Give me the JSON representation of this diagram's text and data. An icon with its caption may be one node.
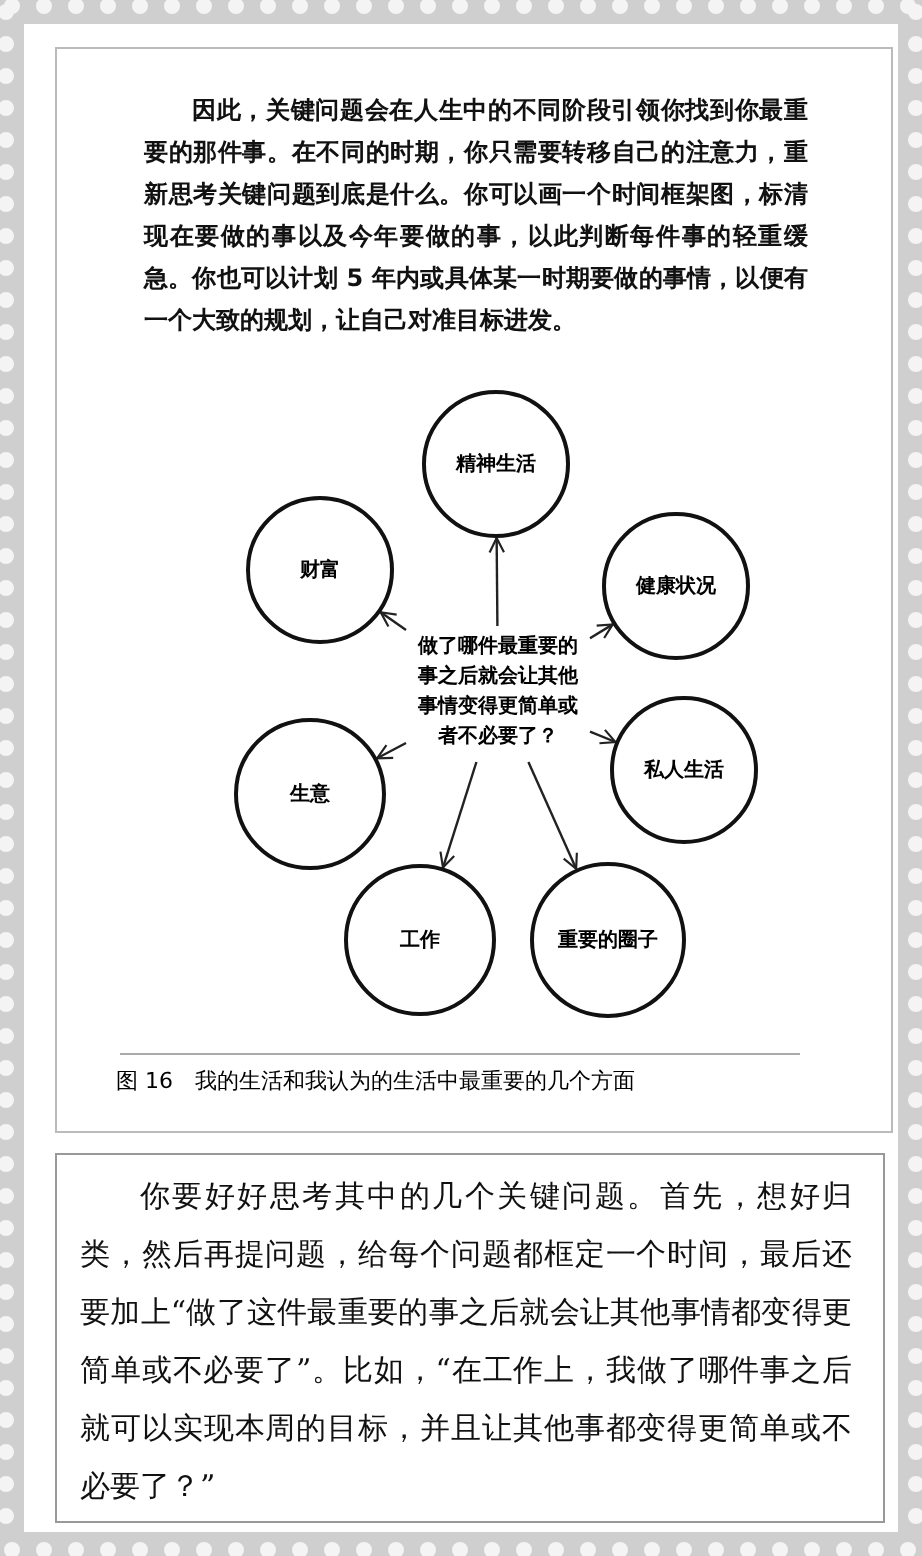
{
  "diagram": {
    "caption": "图 16　我的生活和我认为的生活中最重要的几个方面",
    "nodes": [
      {
        "text": [
          "精神生活"
        ]
      },
      {
        "text": [
          "财富"
        ]
      },
      {
        "text": [
          "健康状况"
        ]
      },
      {
        "text": [
          "做了哪件最重要的事之后就会让其他事情变得更简单或者不必要了？"
        ]
      },
      {
        "text": [
          "生意"
        ]
      },
      {
        "text": [
          "私人生活"
        ]
      },
      {
        "text": [
          "工作"
        ]
      },
      {
        "text": [
          "重要的圈子"
        ]
      }
    ],
    "edges": [
      {
        "from": 3,
        "to": 0,
        "arrow": "to"
      },
      {
        "from": 3,
        "to": 1,
        "arrow": "to"
      },
      {
        "from": 3,
        "to": 2,
        "arrow": "to"
      },
      {
        "from": 3,
        "to": 4,
        "arrow": "to"
      },
      {
        "from": 3,
        "to": 5,
        "arrow": "to"
      },
      {
        "from": 3,
        "to": 6,
        "arrow": "to"
      },
      {
        "from": 3,
        "to": 7,
        "arrow": "to"
      }
    ],
    "labels": [
      "因此，关键问题会在人生中的不同阶段引领你找到你最重要的那件事。在不同的时期，你只需要转移自己的注意力，重新思考关键问题到底是什么。你可以画一个时间框架图，标清现在要做的事以及今年要做的事，以此判断每件事的轻重缓急。你也可以计划 5 年内或具体某一时期要做的事情，以便有一个大致的规划，让自己对准目标进发。",
      "你要好好思考其中的几个关键问题。首先，想好归类，然后再提问题，给每个问题都框定一个时间，最后还要加上“做了这件最重要的事之后就会让其他事情都变得更简单或不必要了”。比如，“在工作上，我做了哪件事之后就可以实现本周的目标，并且让其他事都变得更简单或不必要了？”"
    ]
  }
}
